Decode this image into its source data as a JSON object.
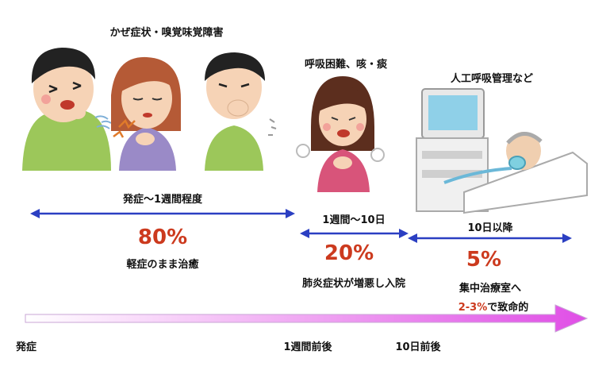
{
  "colors": {
    "accent_red": "#cc3a1e",
    "arrow_blue": "#2b3fc2",
    "timeline_end": "#e04ee6",
    "timeline_start": "#ffffff"
  },
  "stage1": {
    "caption": "かぜ症状・嗅覚味覚障害",
    "duration": "発症〜1週間程度",
    "percent": "80%",
    "outcome": "軽症のまま治癒"
  },
  "stage2": {
    "caption": "呼吸困難、咳・痰",
    "duration": "1週間〜10日",
    "percent": "20%",
    "outcome": "肺炎症状が増悪し入院"
  },
  "stage3": {
    "caption": "人工呼吸管理など",
    "duration": "10日以降",
    "percent": "5%",
    "outcome": "集中治療室へ",
    "fatality_percent": "2-3%",
    "fatality_text": "で致命的"
  },
  "timeline": {
    "labels": [
      "発症",
      "1週間前後",
      "10日前後"
    ]
  },
  "icons": [
    "coughing-boy-icon",
    "sore-throat-woman-icon",
    "sneezing-man-icon",
    "breathless-woman-icon",
    "ventilator-patient-icon"
  ]
}
